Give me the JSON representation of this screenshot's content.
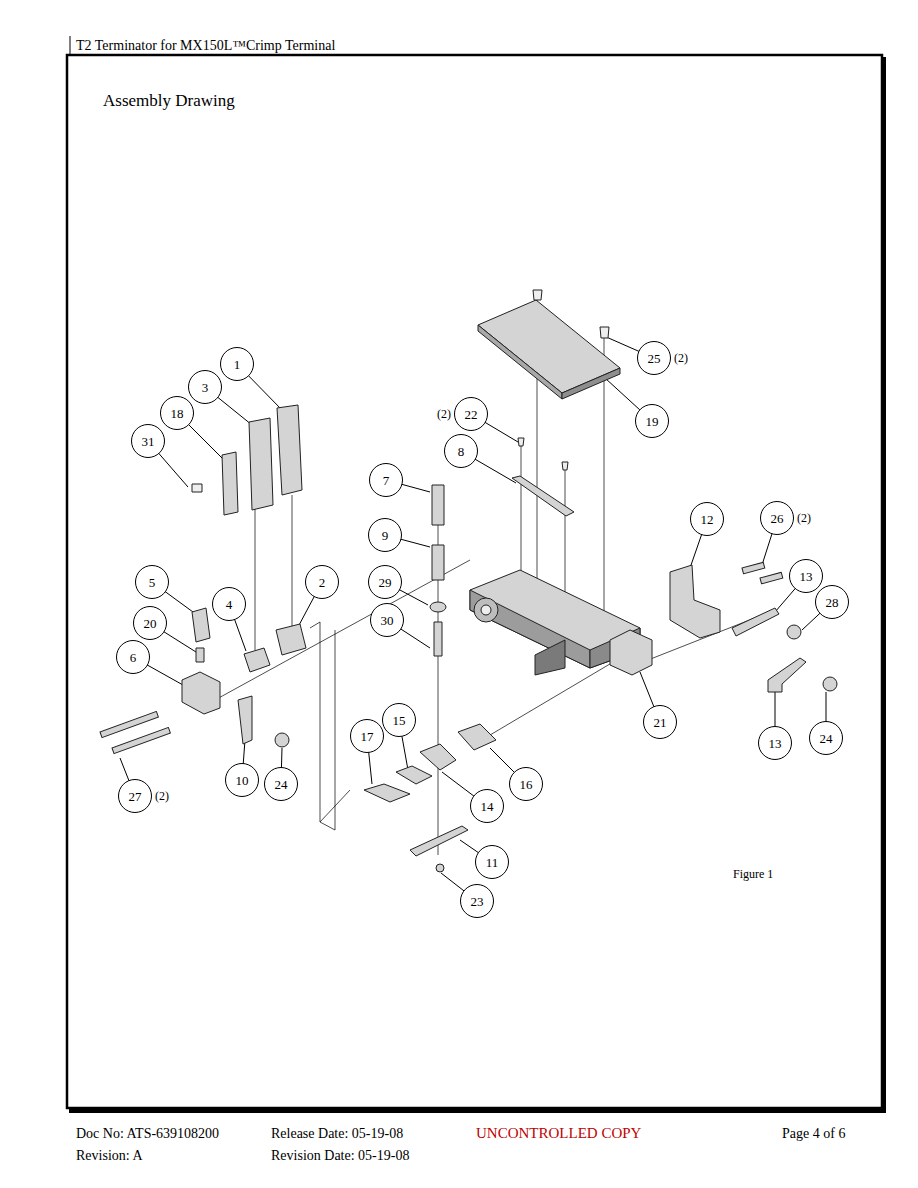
{
  "diagram": {
    "title": "Assembly Drawing",
    "nodes": [
      {
        "text": [
          "25",
          "(2)"
        ]
      },
      {
        "text": [
          "1"
        ]
      },
      {
        "text": [
          "3"
        ]
      },
      {
        "text": [
          "22",
          "(2)"
        ]
      },
      {
        "text": [
          "18"
        ]
      },
      {
        "text": [
          "19"
        ]
      },
      {
        "text": [
          "31"
        ]
      },
      {
        "text": [
          "8"
        ]
      },
      {
        "text": [
          "7"
        ]
      },
      {
        "text": [
          "12"
        ]
      },
      {
        "text": [
          "26",
          "(2)"
        ]
      },
      {
        "text": [
          "9"
        ]
      },
      {
        "text": [
          "13"
        ]
      },
      {
        "text": [
          "5"
        ]
      },
      {
        "text": [
          "2"
        ]
      },
      {
        "text": [
          "29"
        ]
      },
      {
        "text": [
          "28"
        ]
      },
      {
        "text": [
          "4"
        ]
      },
      {
        "text": [
          "20"
        ]
      },
      {
        "text": [
          "30"
        ]
      },
      {
        "text": [
          "6"
        ]
      },
      {
        "text": [
          "21"
        ]
      },
      {
        "text": [
          "15"
        ]
      },
      {
        "text": [
          "17"
        ]
      },
      {
        "text": [
          "13"
        ]
      },
      {
        "text": [
          "24"
        ]
      },
      {
        "text": [
          "16"
        ]
      },
      {
        "text": [
          "10"
        ]
      },
      {
        "text": [
          "24"
        ]
      },
      {
        "text": [
          "27",
          "(2)"
        ]
      },
      {
        "text": [
          "14"
        ]
      },
      {
        "text": [
          "11"
        ]
      },
      {
        "text": [
          "23"
        ]
      }
    ],
    "labels": [
      "T2 Terminator for  MX150L™Crimp Terminal",
      "Figure 1",
      "Doc No: ATS-639108200",
      "Release Date: 05-19-08",
      "UNCONTROLLED COPY",
      "Page 4 of 6",
      "Revision: A",
      "Revision Date: 05-19-08"
    ]
  }
}
